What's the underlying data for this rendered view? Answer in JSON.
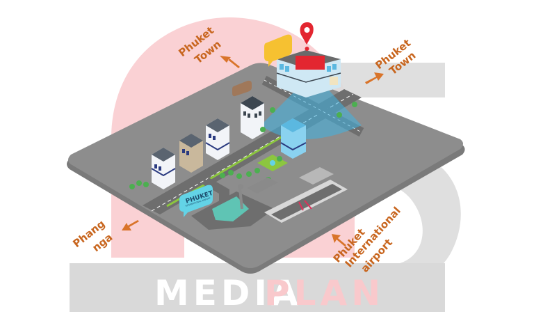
{
  "title": "Location map - Phuket",
  "colors": {
    "label": "#c8661f",
    "arrow": "#d9742a",
    "platform": "#8c8c8c",
    "platform_top": "#9a9a9a",
    "watermark_pink": "#f9c9cc",
    "watermark_grey": "#dcdcdc",
    "highlight_cone": "#3fb4e4",
    "pin": "#e32630",
    "store_roof": "#e32630",
    "speech_bubble": "#f6c131",
    "airport_sign": "#63d3e6"
  },
  "directions": [
    {
      "id": "phuket-town-nw",
      "lines": [
        "Phuket",
        "Town"
      ],
      "direction": "north-west"
    },
    {
      "id": "phuket-town-ne",
      "lines": [
        "Phuket",
        "Town"
      ],
      "direction": "north-east"
    },
    {
      "id": "phang-nga",
      "lines": [
        "Phang",
        "nga"
      ],
      "direction": "south-west"
    },
    {
      "id": "phuket-airport",
      "lines": [
        "Phuket",
        "International",
        "airport"
      ],
      "direction": "south-east"
    }
  ],
  "landmarks": {
    "store": "highlighted store",
    "airport_sign_title": "PHUKET",
    "airport_sign_sub": "INTERNATIONAL AIRPORT"
  },
  "watermark": {
    "part1": "MEDIA",
    "part2": "PLAN"
  }
}
